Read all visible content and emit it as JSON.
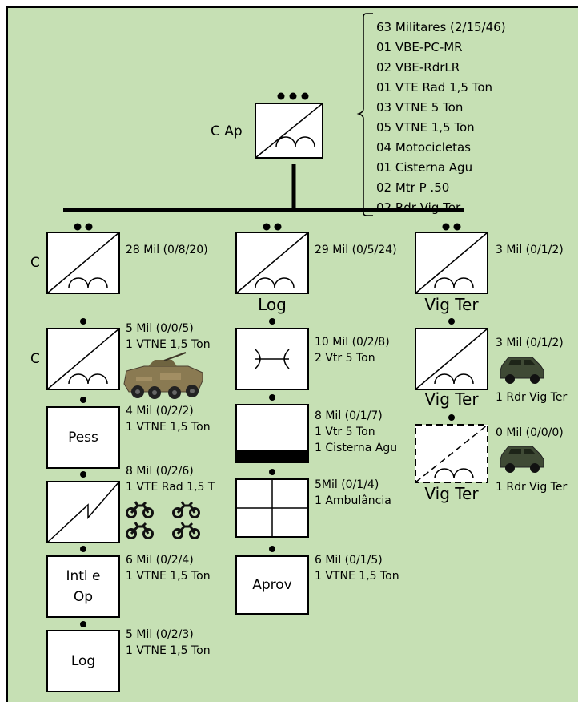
{
  "hq": {
    "label": "C Ap",
    "composition": [
      "63 Militares (2/15/46)",
      "01 VBE-PC-MR",
      "02 VBE-RdrLR",
      "01 VTE Rad 1,5 Ton",
      "03 VTNE 5 Ton",
      "05 VTNE 1,5 Ton",
      "04 Motocicletas",
      "01 Cisterna Agu",
      "02 Mtr P .50",
      "02 Rdr Vig Ter"
    ]
  },
  "col1": {
    "company": {
      "side_label": "C",
      "stats": "28 Mil (0/8/20)"
    },
    "cmd": {
      "side_label": "C",
      "line1": "5 Mil (0/0/5)",
      "line2": "1 VTNE 1,5 Ton"
    },
    "pess": {
      "label": "Pess",
      "line1": "4 Mil (0/2/2)",
      "line2": "1 VTNE 1,5 Ton"
    },
    "com": {
      "line1": "8 Mil (0/2/6)",
      "line2": "1 VTE Rad 1,5 T"
    },
    "intl": {
      "label_1": "Intl e",
      "label_2": "Op",
      "line1": "6 Mil (0/2/4)",
      "line2": "1 VTNE 1,5 Ton"
    },
    "log": {
      "label": "Log",
      "line1": "5 Mil (0/2/3)",
      "line2": "1 VTNE 1,5 Ton"
    }
  },
  "col2": {
    "company": {
      "label": "Log",
      "stats": "29 Mil (0/5/24)"
    },
    "mnt": {
      "line1": "10 Mil (0/2/8)",
      "line2": "2 Vtr 5 Ton"
    },
    "sup": {
      "line1": "8 Mil (0/1/7)",
      "line2": "1 Vtr 5 Ton",
      "line3": "1 Cisterna Agu"
    },
    "med": {
      "line1": "5Mil (0/1/4)",
      "line2": "1 Ambulância"
    },
    "aprov": {
      "label": "Aprov",
      "line1": "6 Mil (0/1/5)",
      "line2": "1 VTNE 1,5 Ton"
    }
  },
  "col3": {
    "company": {
      "label": "Vig Ter",
      "stats": "3 Mil (0/1/2)"
    },
    "sec1": {
      "label": "Vig Ter",
      "stats": "3 Mil (0/1/2)",
      "vehicle": "1 Rdr Vig Ter"
    },
    "sec2": {
      "label": "Vig Ter",
      "stats": "0 Mil (0/0/0)",
      "vehicle": "1 Rdr Vig Ter"
    }
  },
  "colors": {
    "background": "#c6e0b4",
    "line": "#000000",
    "box": "#ffffff"
  },
  "icons": [
    "armored-vehicle-icon",
    "motorcycle-icon",
    "light-armored-vehicle-icon"
  ]
}
